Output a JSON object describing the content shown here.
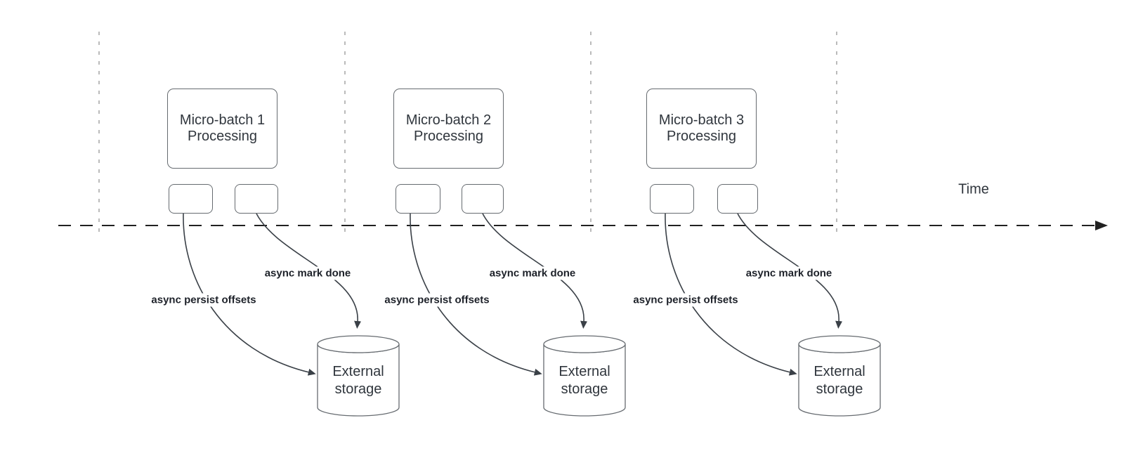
{
  "colors": {
    "background": "#ffffff",
    "gridline": "#9e9e9e",
    "axis": "#212121",
    "arrow": "#3a4047",
    "shape_border": "#666b70",
    "node_text": "#30363d",
    "edge_label_text": "#1d2129"
  },
  "time_axis": {
    "label": "Time"
  },
  "groups": [
    {
      "process_label": "Micro-batch 1\nProcessing",
      "persist_arrow_label": "async persist offsets",
      "done_arrow_label": "async mark done",
      "storage_label": "External\nstorage"
    },
    {
      "process_label": "Micro-batch 2\nProcessing",
      "persist_arrow_label": "async persist offsets",
      "done_arrow_label": "async mark done",
      "storage_label": "External\nstorage"
    },
    {
      "process_label": "Micro-batch 3\nProcessing",
      "persist_arrow_label": "async persist offsets",
      "done_arrow_label": "async mark done",
      "storage_label": "External\nstorage"
    }
  ]
}
